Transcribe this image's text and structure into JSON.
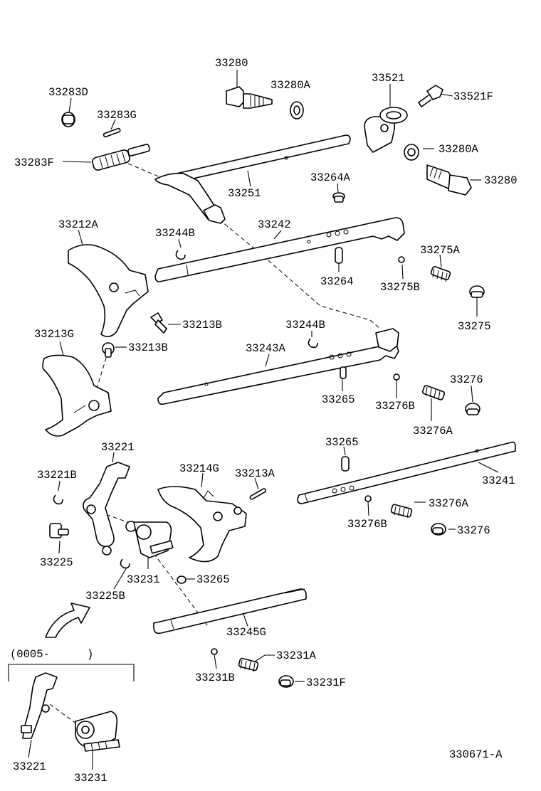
{
  "diagram_id": "330671-A",
  "variant_note": {
    "open": "(0005-",
    "close": ")"
  },
  "labels": {
    "p33280_top": "33280",
    "p33280A_top": "33280A",
    "p33521": "33521",
    "p33521F": "33521F",
    "p33283D": "33283D",
    "p33283G": "33283G",
    "p33283F": "33283F",
    "p33251": "33251",
    "p33280A_right": "33280A",
    "p33280_right": "33280",
    "p33264A": "33264A",
    "p33212A": "33212A",
    "p33244B_top": "33244B",
    "p33242": "33242",
    "p33275A": "33275A",
    "p33264": "33264",
    "p33275B": "33275B",
    "p33275": "33275",
    "p33213B_top": "33213B",
    "p33244B_mid": "33244B",
    "p33213G": "33213G",
    "p33213B_mid": "33213B",
    "p33243A": "33243A",
    "p33276_top": "33276",
    "p33265_top": "33265",
    "p33276B_top": "33276B",
    "p33276A_top": "33276A",
    "p33221_top": "33221",
    "p33265_mid": "33265",
    "p33221B": "33221B",
    "p33214G": "33214G",
    "p33213A": "33213A",
    "p33241": "33241",
    "p33276A_mid": "33276A",
    "p33276B_mid": "33276B",
    "p33276_mid": "33276",
    "p33225": "33225",
    "p33231_top": "33231",
    "p33265_low": "33265",
    "p33225B": "33225B",
    "p33245G": "33245G",
    "p33231A": "33231A",
    "p33231B": "33231B",
    "p33231F": "33231F",
    "p33221_bottom": "33221",
    "p33231_bottom": "33231"
  }
}
